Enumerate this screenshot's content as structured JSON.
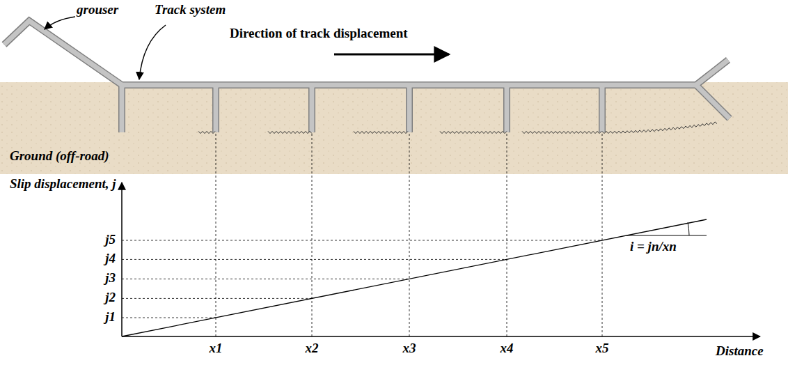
{
  "diagram": {
    "labels": [
      "grouser",
      "Track system",
      "Direction of track displacement",
      "Ground (off-road)",
      "Slip displacement, j",
      "j5",
      "j4",
      "j3",
      "j2",
      "j1",
      "i = jn/xn",
      "x1",
      "x2",
      "x3",
      "x4",
      "x5",
      "Distance"
    ]
  }
}
